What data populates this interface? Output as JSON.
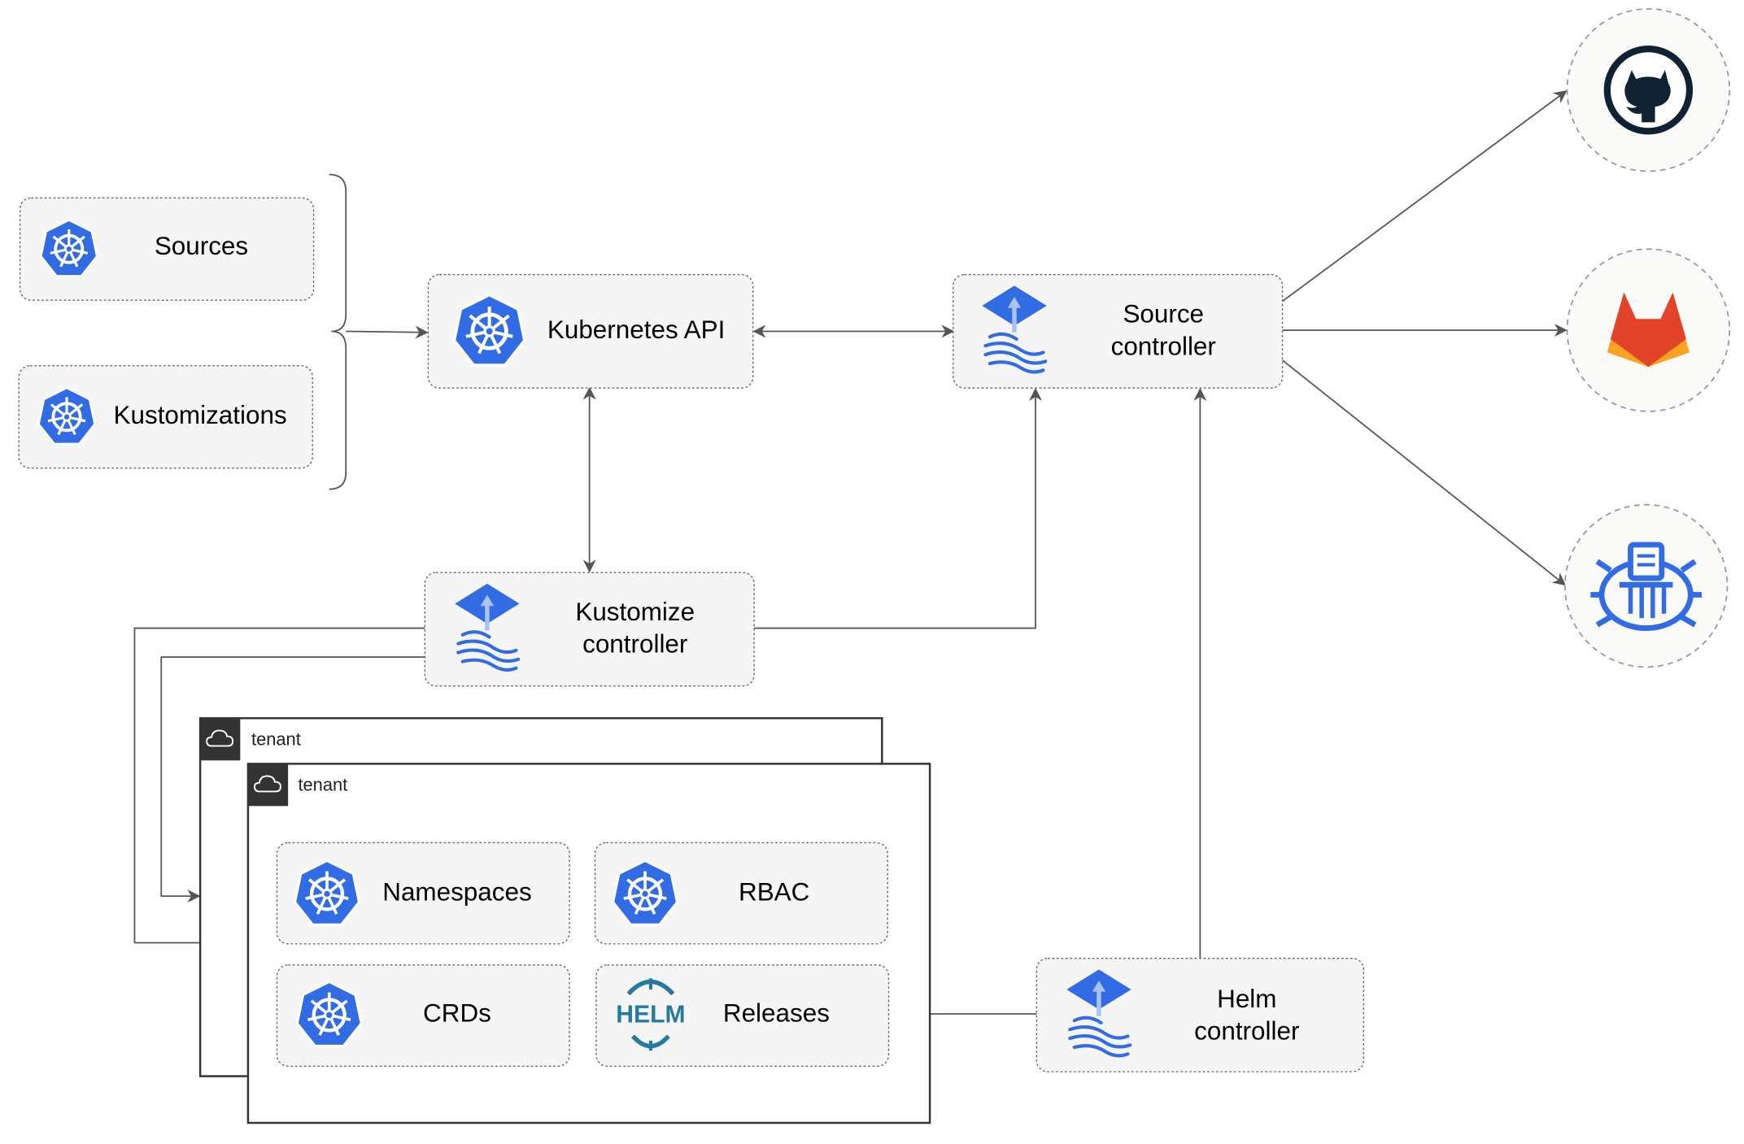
{
  "nodes": {
    "sources": "Sources",
    "kustomizations": "Kustomizations",
    "kubernetes_api": "Kubernetes API",
    "source_controller": [
      "Source",
      "controller"
    ],
    "kustomize_controller": [
      "Kustomize",
      "controller"
    ],
    "helm_controller": [
      "Helm",
      "controller"
    ],
    "namespaces": "Namespaces",
    "rbac": "RBAC",
    "crds": "CRDs",
    "releases": "Releases",
    "helm_logo": "HELM"
  },
  "tenants": [
    "tenant",
    "tenant"
  ],
  "external": [
    {
      "name": "github",
      "icon": "github-octocat-icon"
    },
    {
      "name": "gitlab",
      "icon": "gitlab-fox-icon"
    },
    {
      "name": "helm-repository",
      "icon": "helm-repository-icon"
    }
  ],
  "colors": {
    "kubernetes_blue": "#326ce5",
    "helm_teal": "#277a9f",
    "github_dark": "#0f2233",
    "gitlab_orange": "#e24329",
    "gitlab_light": "#fca326",
    "tenant_header": "#333333"
  }
}
